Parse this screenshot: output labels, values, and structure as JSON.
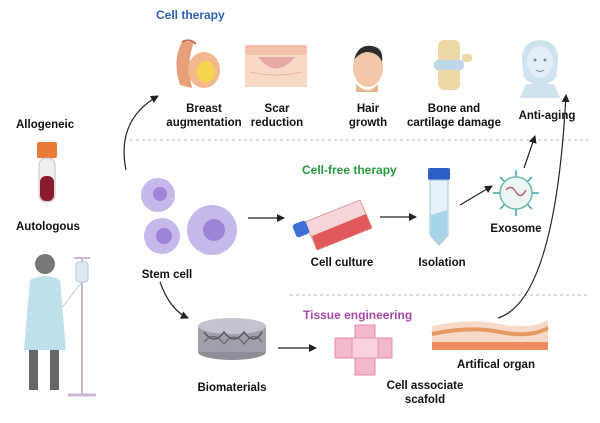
{
  "sections": {
    "cell_therapy": "Cell therapy",
    "cell_free_therapy": "Cell-free therapy",
    "tissue_engineering": "Tissue engineering"
  },
  "source": {
    "allogeneic": "Allogeneic",
    "autologous": "Autologous",
    "stem_cell": "Stem cell"
  },
  "cell_therapy_items": {
    "breast_1": "Breast",
    "breast_2": "augmentation",
    "scar_1": "Scar",
    "scar_2": "reduction",
    "hair_1": "Hair",
    "hair_2": "growth",
    "bone_1": "Bone and",
    "bone_2": "cartilage damage",
    "anti_aging": "Anti-aging"
  },
  "cell_free_items": {
    "culture": "Cell culture",
    "isolation": "Isolation",
    "exosome": "Exosome"
  },
  "tissue_items": {
    "biomaterials": "Biomaterials",
    "scaffold_1": "Cell associate",
    "scaffold_2": "scafold",
    "organ": "Artifical organ"
  },
  "colors": {
    "cell_therapy": "#2b5fb3",
    "cell_free": "#2a9a3c",
    "tissue": "#a64aa8",
    "cell_fill": "#c7b8ea",
    "cell_nucleus": "#9a85d8",
    "skin": "#f2c6a6",
    "gown": "#bfe0ea"
  }
}
